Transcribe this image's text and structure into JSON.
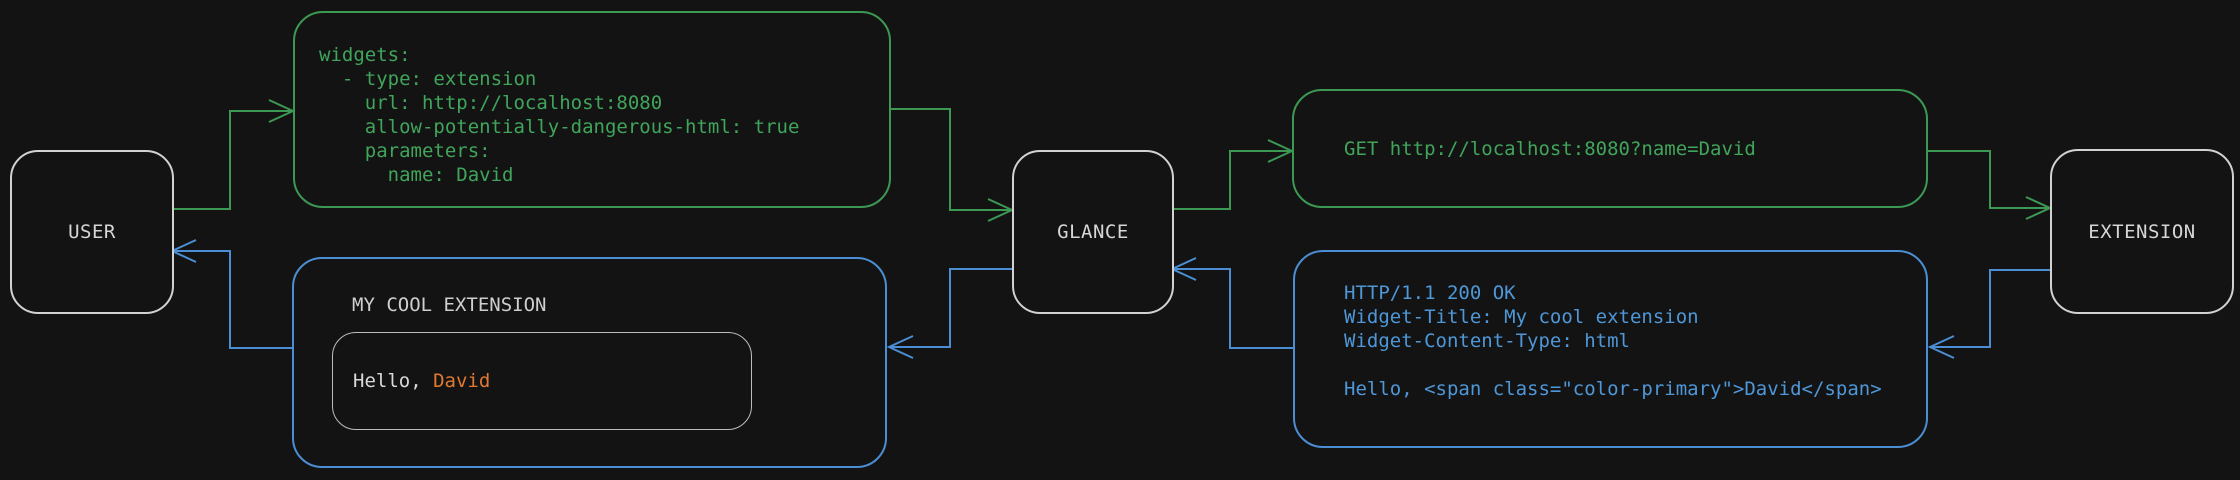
{
  "diagram": {
    "background": "#131313",
    "nodes": {
      "user": {
        "label": "USER"
      },
      "glance": {
        "label": "GLANCE"
      },
      "extension": {
        "label": "EXTENSION"
      }
    },
    "config_box": {
      "lines": [
        "widgets:",
        "  - type: extension",
        "    url: http://localhost:8080",
        "    allow-potentially-dangerous-html: true",
        "    parameters:",
        "      name: David"
      ]
    },
    "request_box": {
      "text": "GET http://localhost:8080?name=David"
    },
    "response_box": {
      "lines": [
        "HTTP/1.1 200 OK",
        "Widget-Title: My cool extension",
        "Widget-Content-Type: html",
        "",
        "Hello, <span class=\"color-primary\">David</span>"
      ]
    },
    "widget_box": {
      "title": "MY COOL EXTENSION",
      "greeting_prefix": "Hello, ",
      "greeting_name": "David"
    },
    "colors": {
      "request_green": "#3c9954",
      "response_blue": "#4b8ed3",
      "name_orange": "#e0782f",
      "node_border": "#d2d2d2",
      "text_light": "#d6d6d6"
    }
  }
}
